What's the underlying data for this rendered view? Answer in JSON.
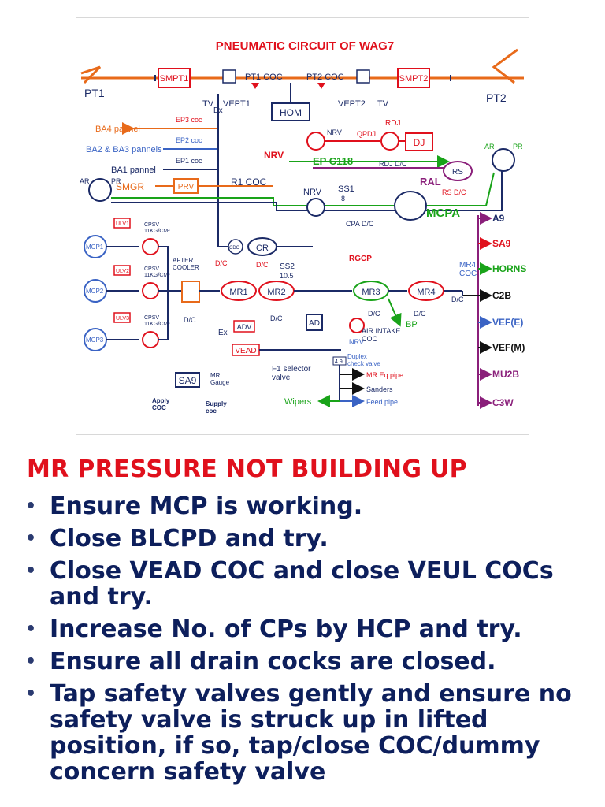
{
  "diagram": {
    "title": "PNEUMATIC CIRCUIT OF WAG7",
    "labels": {
      "pt1": "PT1",
      "pt2": "PT2",
      "smpt1": "SMPT1",
      "smpt2": "SMPT2",
      "tv1": "TV",
      "tv2": "TV",
      "vept1": "VEPT1",
      "vept2": "VEPT2",
      "ex": "Ex",
      "pt1_coc": "PT1 COC",
      "pt2_coc": "PT2 COC",
      "hom": "HOM",
      "ba4": "BA4 pannel",
      "ep3": "EP3 coc",
      "ba2_ba3": "BA2 & BA3 pannels",
      "ep2": "EP2 coc",
      "ba1": "BA1 pannel",
      "ep1": "EP1 coc",
      "smgr": "SMGR",
      "prv": "PRV",
      "r1coc": "R1 COC",
      "nrv": "NRV",
      "ep_c118": "EP  C118",
      "qpdj": "QPDJ",
      "rdj": "RDJ",
      "dj": "DJ",
      "rdj_dc": "RDJ D/C",
      "rs": "RS",
      "ral": "RAL",
      "rs_dc": "RS D/C",
      "ar": "AR",
      "pr": "PR",
      "ss1": "SS1",
      "ss1_val": "8",
      "cpa_dc": "CPA D/C",
      "mcpa": "MCPA",
      "ulv1": "ULV1",
      "ulv2": "ULV2",
      "ulv3": "ULV3",
      "cpsv": "CPSV",
      "cpsv_val": "11KG/CM²",
      "mcp1": "MCP1",
      "mcp2": "MCP2",
      "mcp3": "MCP3",
      "after_cooler": "AFTER\nCOOLER",
      "dc": "D/C",
      "cdc": "CDC",
      "cr": "CR",
      "ss2": "SS2",
      "ss2_val": "10.5",
      "mr1": "MR1",
      "mr2": "MR2",
      "mr3": "MR3",
      "mr4": "MR4",
      "rgcp": "RGCP",
      "ad": "AD",
      "bp": "BP",
      "adv": "ADV",
      "vead": "VEAD",
      "air_intake": "AIR INTAKE\nCOC",
      "duplex": "Duplex\ncheck valve",
      "duplex_val": "4.9",
      "f1_selector": "F1 selector\nvalve",
      "wipers": "Wipers",
      "mr_eq": "MR Eq pipe",
      "sanders": "Sanders",
      "feed_pipe": "Feed pipe",
      "sa9_box": "SA9",
      "mr_gauge": "MR\nGauge",
      "apply_coc": "Apply\nCOC",
      "supply_coc": "Supply\ncoc",
      "mr4_coc": "MR4\nCOC",
      "out_a9": "A9",
      "out_sa9": "SA9",
      "out_horns": "HORNS",
      "out_c2b": "C2B",
      "out_vefe": "VEF(E)",
      "out_vefm": "VEF(M)",
      "out_mu2b": "MU2B",
      "out_c3w": "C3W"
    }
  },
  "heading": "MR PRESSURE NOT BUILDING UP",
  "bullet_marker": "•",
  "bullets": [
    "Ensure MCP is working.",
    "Close BLCPD and try.",
    "Close VEAD COC and close VEUL COCs and try.",
    "Increase No. of CPs by HCP and try.",
    "Ensure all drain cocks are closed.",
    "Tap safety valves gently and ensure no safety valve is struck up in lifted position, if so, tap/close COC/dummy concern safety valve"
  ],
  "colors": {
    "heading": "#e0101c",
    "bullet_text": "#0d1f5c",
    "red": "#e0101c",
    "green": "#19a319",
    "purple": "#8a1f7a",
    "navy": "#1b2a66",
    "orange": "#e86a1a",
    "blue": "#3a63c4"
  }
}
